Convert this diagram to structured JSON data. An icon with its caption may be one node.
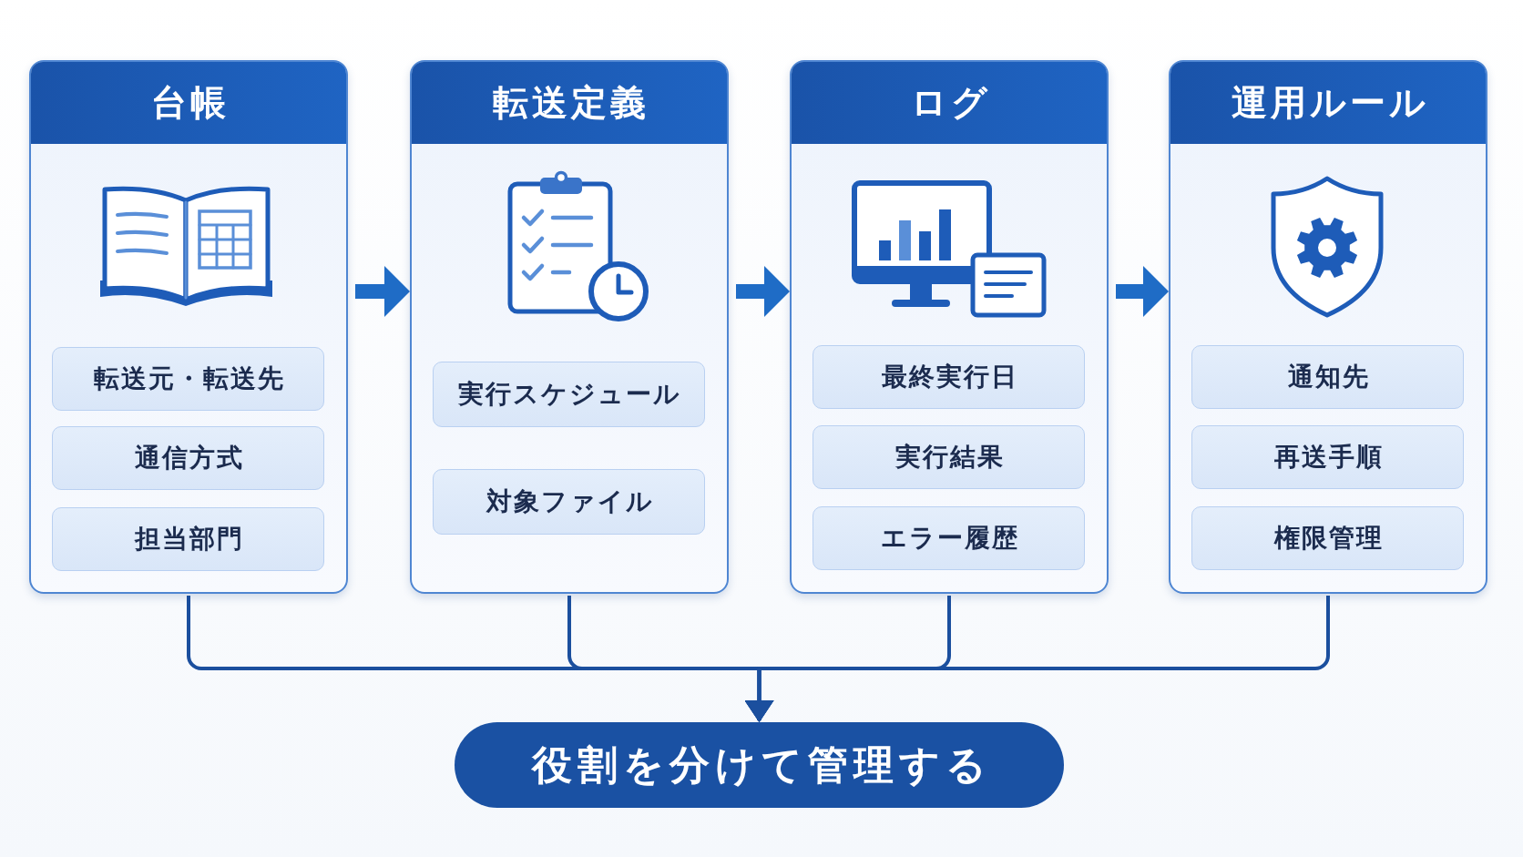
{
  "diagram": {
    "nodes": [
      {
        "text": [
          "台帳"
        ]
      },
      {
        "text": [
          "転送元・転送先"
        ],
        "in": 0
      },
      {
        "text": [
          "通信方式"
        ],
        "in": 0
      },
      {
        "text": [
          "担当部門"
        ],
        "in": 0
      },
      {
        "text": [
          "転送定義"
        ]
      },
      {
        "text": [
          "実行スケジュール"
        ],
        "in": 4
      },
      {
        "text": [
          "対象ファイル"
        ],
        "in": 4
      },
      {
        "text": [
          "ログ"
        ]
      },
      {
        "text": [
          "最終実行日"
        ],
        "in": 7
      },
      {
        "text": [
          "実行結果"
        ],
        "in": 7
      },
      {
        "text": [
          "エラー履歴"
        ],
        "in": 7
      },
      {
        "text": [
          "運用ルール"
        ]
      },
      {
        "text": [
          "通知先"
        ],
        "in": 11
      },
      {
        "text": [
          "再送手順"
        ],
        "in": 11
      },
      {
        "text": [
          "権限管理"
        ],
        "in": 11
      },
      {
        "text": [
          "役割を分けて管理する"
        ]
      }
    ],
    "edges": [
      {
        "from": 0,
        "to": 4,
        "arrow": "to",
        "style": "thick",
        "color": "#1f6cc6"
      },
      {
        "from": 4,
        "to": 7,
        "arrow": "to",
        "style": "thick",
        "color": "#1f6cc6"
      },
      {
        "from": 7,
        "to": 11,
        "arrow": "to",
        "style": "thick",
        "color": "#1f6cc6"
      },
      {
        "from": 0,
        "to": 15,
        "arrow": "to"
      },
      {
        "from": 4,
        "to": 15,
        "arrow": "to"
      },
      {
        "from": 7,
        "to": 15,
        "arrow": "to"
      },
      {
        "from": 11,
        "to": 15,
        "arrow": "to"
      }
    ]
  }
}
